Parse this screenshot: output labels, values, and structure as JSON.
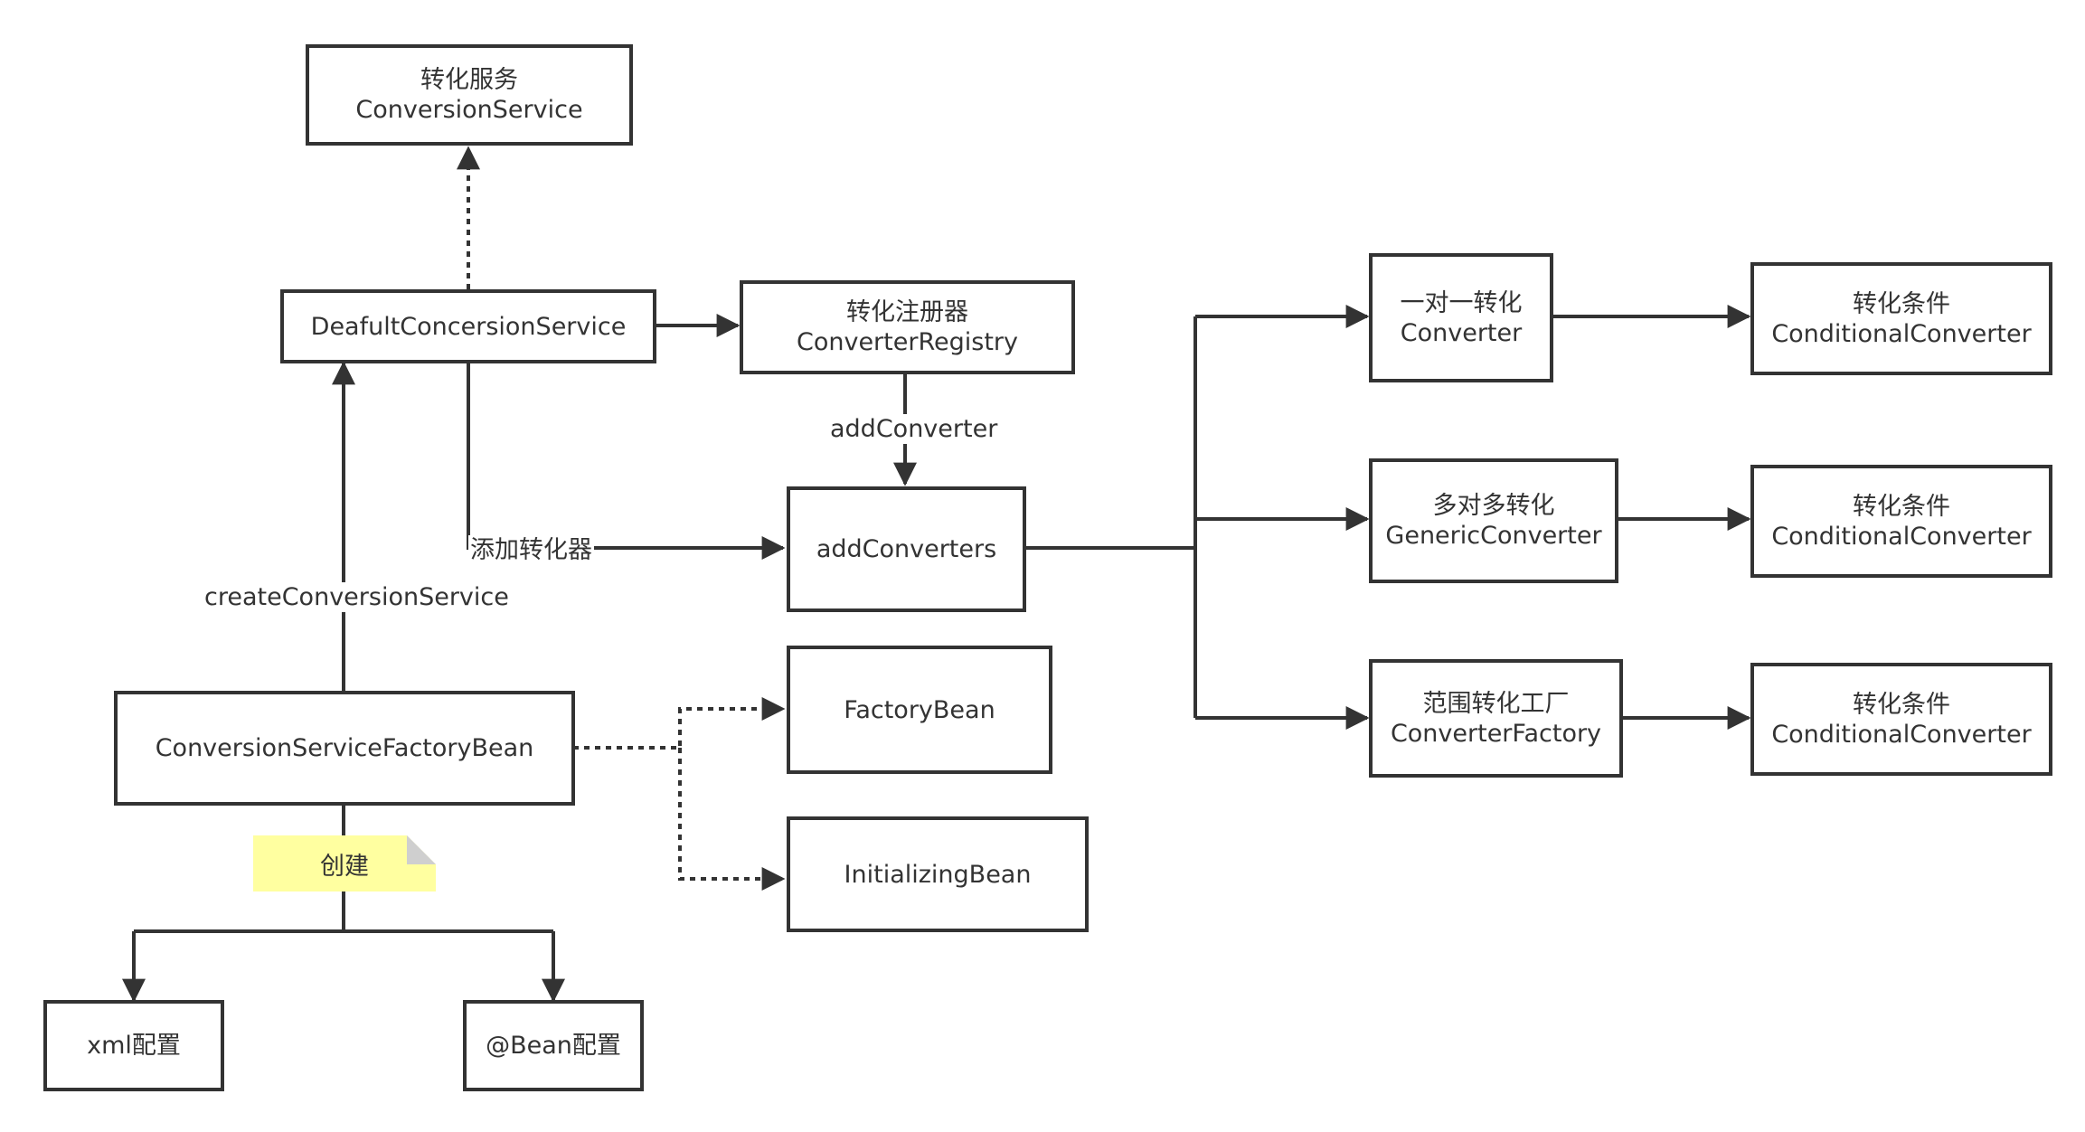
{
  "nodes": {
    "conversion_service": {
      "line1": "转化服务",
      "line2": "ConversionService"
    },
    "default_service": {
      "line1": "DeafultConcersionService"
    },
    "converter_registry": {
      "line1": "转化注册器",
      "line2": "ConverterRegistry"
    },
    "add_converters": {
      "line1": "addConverters"
    },
    "factory_bean_main": {
      "line1": "ConversionServiceFactoryBean"
    },
    "factory_bean": {
      "line1": "FactoryBean"
    },
    "initializing_bean": {
      "line1": "InitializingBean"
    },
    "xml_config": {
      "line1": "xml配置"
    },
    "bean_config": {
      "line1": "@Bean配置"
    },
    "converter": {
      "line1": "一对一转化",
      "line2": "Converter"
    },
    "generic_converter": {
      "line1": "多对多转化",
      "line2": "GenericConverter"
    },
    "converter_factory": {
      "line1": "范围转化工厂",
      "line2": "ConverterFactory"
    },
    "conditional_1": {
      "line1": "转化条件",
      "line2": "ConditionalConverter"
    },
    "conditional_2": {
      "line1": "转化条件",
      "line2": "ConditionalConverter"
    },
    "conditional_3": {
      "line1": "转化条件",
      "line2": "ConditionalConverter"
    }
  },
  "edge_labels": {
    "add_converter": "addConverter",
    "add_converter_cn": "添加转化器",
    "create_conversion_service": "createConversionService"
  },
  "note": {
    "text": "创建"
  },
  "colors": {
    "stroke": "#333333",
    "note_fill": "#ffffa0",
    "note_fold": "#cfcfcf"
  }
}
